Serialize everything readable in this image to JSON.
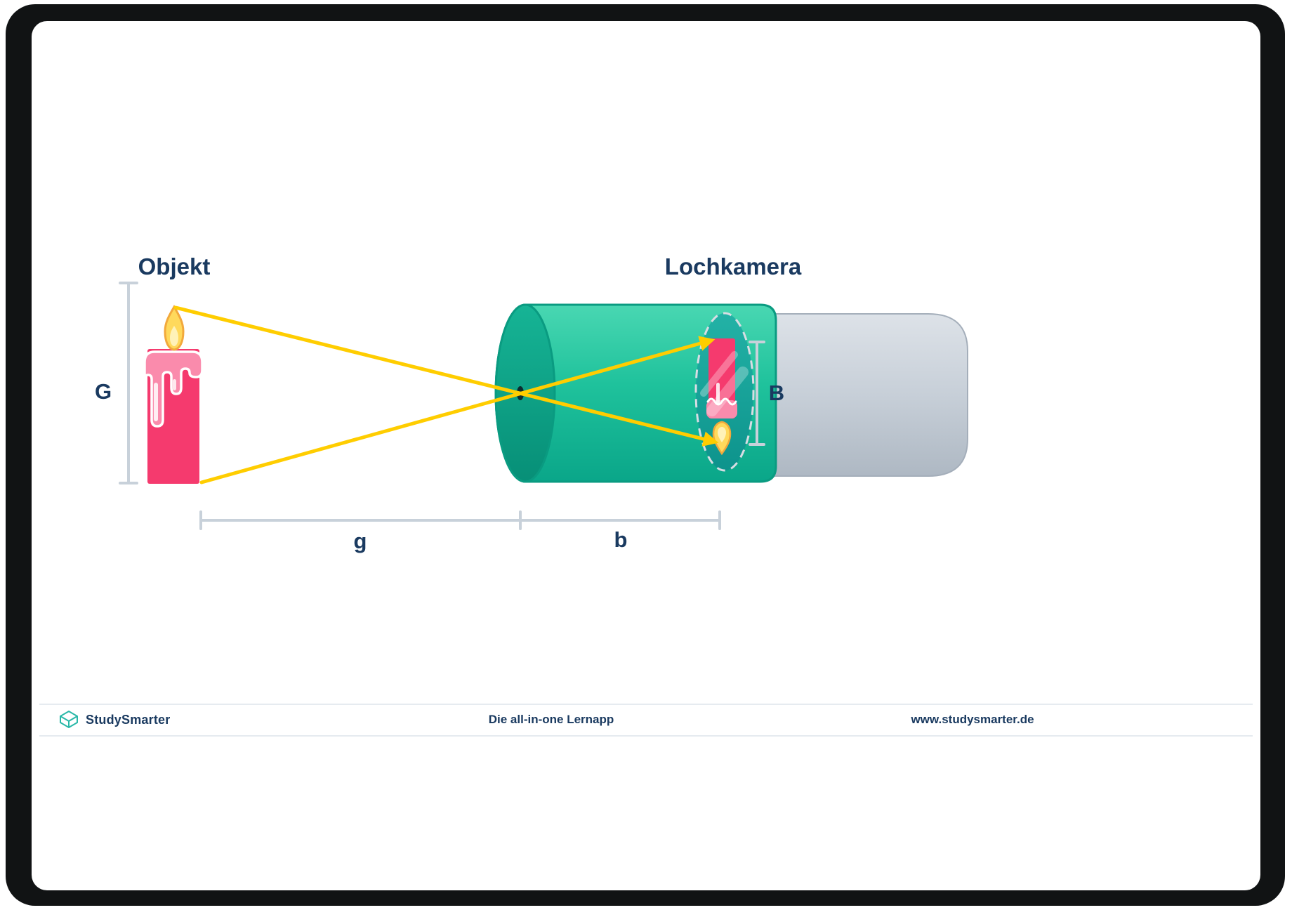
{
  "labels": {
    "object": "Objekt",
    "camera": "Lochkamera",
    "object_height": "G",
    "image_height": "B",
    "object_distance": "g",
    "image_distance": "b"
  },
  "footer": {
    "brand": "StudySmarter",
    "tagline": "Die all-in-one Lernapp",
    "website": "www.studysmarter.de"
  },
  "colors": {
    "navy": "#1a3a60",
    "teal_body": "#1fc29c",
    "teal_face": "#0ea488",
    "teal_interior": "#14978f",
    "gray_cylinder": "#c6ced7",
    "ray_yellow": "#ffcd00",
    "candle_pink": "#f53a6e",
    "candle_melt": "#fa8bac",
    "flame_yellow": "#ffd95c",
    "measure": "#c8d1da"
  }
}
